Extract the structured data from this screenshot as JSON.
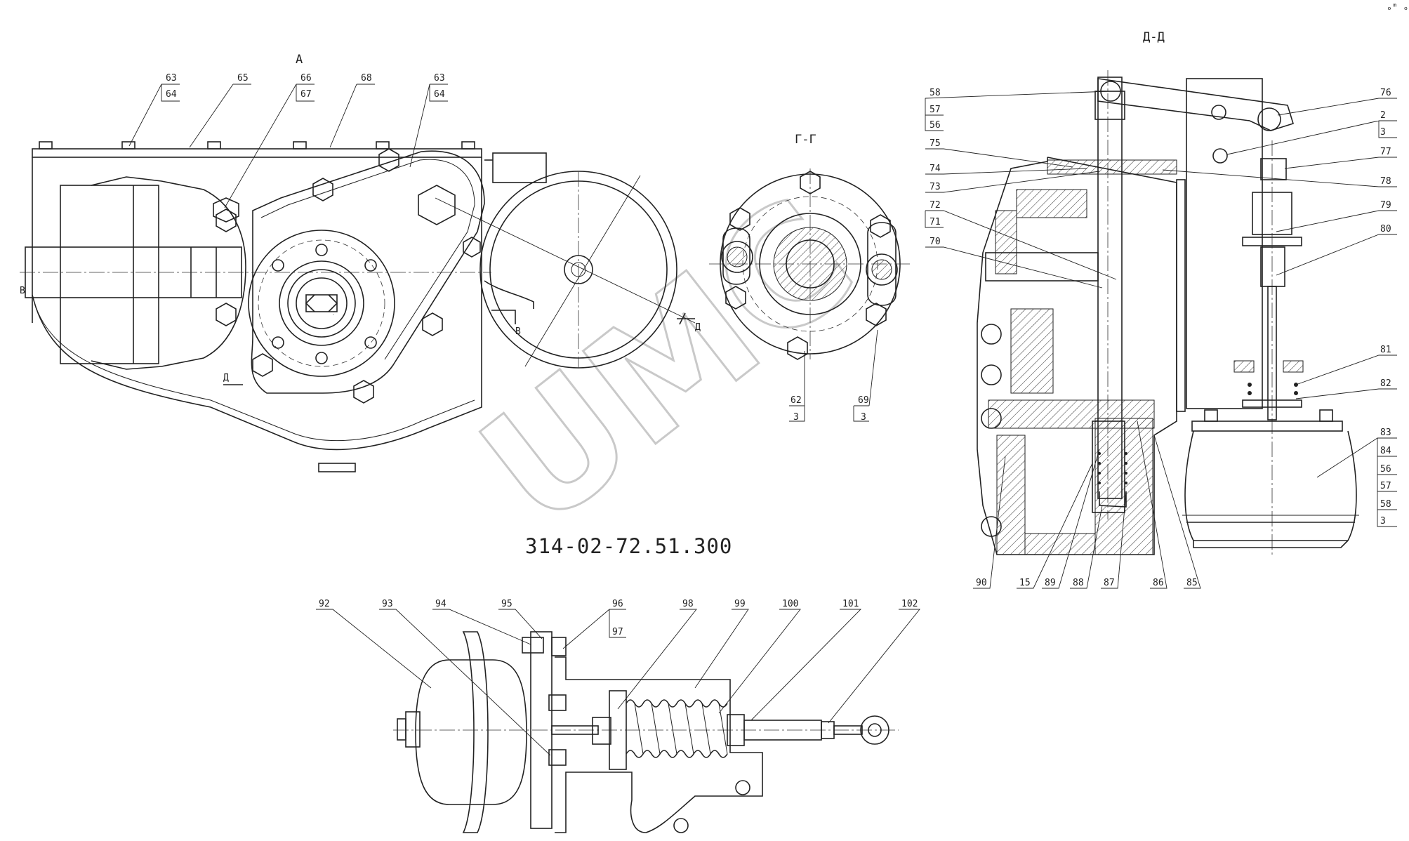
{
  "drawing": {
    "code": "314-02-72.51.300",
    "watermark": "UMC",
    "corner_mark": "ₒᵐ ₒₒₒ"
  },
  "views": {
    "view_a": "А",
    "section_g": "Г-Г",
    "section_d": "Д-Д",
    "mark_v": "В",
    "mark_v2": "В",
    "mark_d": "Д",
    "mark_d2": "Д"
  },
  "callouts": {
    "view_a": [
      "63",
      "64",
      "65",
      "66",
      "67",
      "68",
      "63",
      "64"
    ],
    "section_g": [
      "62",
      "3",
      "69",
      "3"
    ],
    "section_d_left": [
      "58",
      "57",
      "56",
      "75",
      "74",
      "73",
      "72",
      "71",
      "70"
    ],
    "section_d_right": [
      "76",
      "2",
      "3",
      "77",
      "78",
      "79",
      "80",
      "81",
      "82",
      "83",
      "84",
      "56",
      "57",
      "58",
      "3"
    ],
    "section_d_bottom": [
      "90",
      "15",
      "89",
      "88",
      "87",
      "86",
      "85"
    ],
    "bottom_view": [
      "92",
      "93",
      "94",
      "95",
      "96",
      "97",
      "98",
      "99",
      "100",
      "101",
      "102"
    ]
  }
}
